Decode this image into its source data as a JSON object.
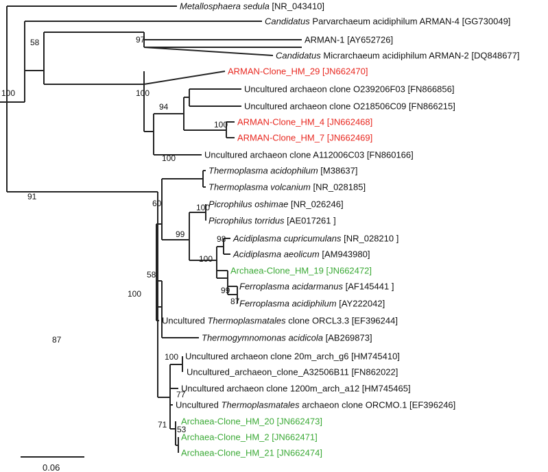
{
  "leaves": [
    {
      "id": "metallosphaera",
      "parts": [
        {
          "t": "Metallosphaera sedula",
          "i": true
        },
        {
          "t": " [NR_043410]"
        }
      ],
      "color": "black"
    },
    {
      "id": "arman4",
      "parts": [
        {
          "t": "Candidatus",
          "i": true
        },
        {
          "t": " Parvarchaeum acidiphilum ARMAN-4 [GG730049]"
        }
      ],
      "color": "black"
    },
    {
      "id": "arman1",
      "parts": [
        {
          "t": "ARMAN-1 [AY652726]"
        }
      ],
      "color": "black"
    },
    {
      "id": "arman2",
      "parts": [
        {
          "t": "Candidatus",
          "i": true
        },
        {
          "t": " Micrarchaeum acidiphilum ARMAN-2 [DQ848677]"
        }
      ],
      "color": "black"
    },
    {
      "id": "hm29",
      "parts": [
        {
          "t": "ARMAN-Clone_HM_29 [JN662470]"
        }
      ],
      "color": "red"
    },
    {
      "id": "o239206",
      "parts": [
        {
          "t": "Uncultured archaeon clone O239206F03 [FN866856]"
        }
      ],
      "color": "black"
    },
    {
      "id": "o218506",
      "parts": [
        {
          "t": "Uncultured archaeon clone O218506C09 [FN866215]"
        }
      ],
      "color": "black"
    },
    {
      "id": "hm4",
      "parts": [
        {
          "t": "ARMAN-Clone_HM_4 [JN662468]"
        }
      ],
      "color": "red"
    },
    {
      "id": "hm7",
      "parts": [
        {
          "t": "ARMAN-Clone_HM_7 [JN662469]"
        }
      ],
      "color": "red"
    },
    {
      "id": "a112006",
      "parts": [
        {
          "t": "Uncultured archaeon clone A112006C03 [FN860166]"
        }
      ],
      "color": "black"
    },
    {
      "id": "t-acido",
      "parts": [
        {
          "t": "Thermoplasma acidophilum",
          "i": true
        },
        {
          "t": " [M38637]"
        }
      ],
      "color": "black"
    },
    {
      "id": "t-volc",
      "parts": [
        {
          "t": "Thermoplasma volcanium",
          "i": true
        },
        {
          "t": " [NR_028185]"
        }
      ],
      "color": "black"
    },
    {
      "id": "p-osh",
      "parts": [
        {
          "t": "Picrophilus oshimae",
          "i": true
        },
        {
          "t": " [NR_026246]"
        }
      ],
      "color": "black"
    },
    {
      "id": "p-tor",
      "parts": [
        {
          "t": "Picrophilus torridus",
          "i": true
        },
        {
          "t": " [AE017261 ]"
        }
      ],
      "color": "black"
    },
    {
      "id": "a-cup",
      "parts": [
        {
          "t": "Acidiplasma cupricumulans",
          "i": true
        },
        {
          "t": "  [NR_028210 ]"
        }
      ],
      "color": "black"
    },
    {
      "id": "a-aeo",
      "parts": [
        {
          "t": "Acidiplasma aeolicum",
          "i": true
        },
        {
          "t": " [AM943980]"
        }
      ],
      "color": "black"
    },
    {
      "id": "hm19",
      "parts": [
        {
          "t": "Archaea-Clone_HM_19 [JN662472]"
        }
      ],
      "color": "green"
    },
    {
      "id": "f-acid",
      "parts": [
        {
          "t": "Ferroplasma acidarmanus",
          "i": true
        },
        {
          "t": " [AF145441 ]"
        }
      ],
      "color": "black"
    },
    {
      "id": "f-acidi",
      "parts": [
        {
          "t": "Ferroplasma acidiphilum",
          "i": true
        },
        {
          "t": " [AY222042]"
        }
      ],
      "color": "black"
    },
    {
      "id": "orcl33",
      "parts": [
        {
          "t": "Uncultured "
        },
        {
          "t": "Thermoplasmatales",
          "i": true
        },
        {
          "t": " clone ORCL3.3 [EF396244]"
        }
      ],
      "color": "black"
    },
    {
      "id": "thermogym",
      "parts": [
        {
          "t": "Thermogymnomonas acidicola",
          "i": true
        },
        {
          "t": " [AB269873]"
        }
      ],
      "color": "black"
    },
    {
      "id": "20m",
      "parts": [
        {
          "t": "Uncultured archaeon clone 20m_arch_g6 [HM745410]"
        }
      ],
      "color": "black"
    },
    {
      "id": "a32506",
      "parts": [
        {
          "t": "Uncultured_archaeon_clone_A32506B11 [FN862022]"
        }
      ],
      "color": "black"
    },
    {
      "id": "1200m",
      "parts": [
        {
          "t": "Uncultured archaeon clone 1200m_arch_a12 [HM745465]"
        }
      ],
      "color": "black"
    },
    {
      "id": "ormco1",
      "parts": [
        {
          "t": "Uncultured "
        },
        {
          "t": "Thermoplasmatales",
          "i": true
        },
        {
          "t": " archaeon clone ORCMO.1 [EF396246]"
        }
      ],
      "color": "black"
    },
    {
      "id": "hm20",
      "parts": [
        {
          "t": "Archaea-Clone_HM_20 [JN662473]"
        }
      ],
      "color": "green"
    },
    {
      "id": "hm2",
      "parts": [
        {
          "t": "Archaea-Clone_HM_2 [JN662471]"
        }
      ],
      "color": "green"
    },
    {
      "id": "hm21",
      "parts": [
        {
          "t": "Archaea-Clone_HM_21 [JN662474]"
        }
      ],
      "color": "green"
    }
  ],
  "bootstrap": [
    "58",
    "97",
    "100",
    "94",
    "100",
    "100",
    "100",
    "60",
    "100",
    "99",
    "98",
    "100",
    "99",
    "87",
    "58",
    "100",
    "91",
    "87",
    "100",
    "77",
    "53",
    "71"
  ],
  "scale_bar_label": "0.06",
  "colors": {
    "red": "#e8271f",
    "green": "#3aa935",
    "branch": "#222222"
  }
}
